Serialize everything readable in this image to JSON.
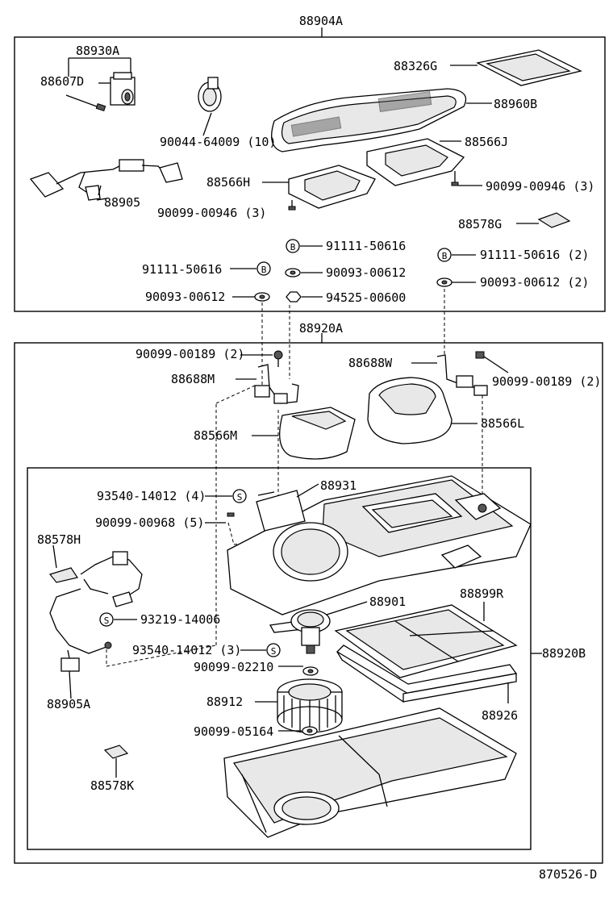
{
  "labels": {
    "a88904A": "88904A",
    "a88930A": "88930A",
    "a88607D": "88607D",
    "a88326G": "88326G",
    "a88960B": "88960B",
    "a90044": "90044-64009 (10)",
    "a88566J": "88566J",
    "a88905": "88905",
    "a88566H": "88566H",
    "a90099_00946_3_right": "90099-00946 (3)",
    "a90099_00946_3_left": "90099-00946 (3)",
    "a88578G": "88578G",
    "a91111_b_top": "91111-50616",
    "a91111_left": "91111-50616",
    "a91111_right": "91111-50616 (2)",
    "a90093_mid": "90093-00612",
    "a90093_left": "90093-00612",
    "a90093_right": "90093-00612 (2)",
    "a94525": "94525-00600",
    "a88920A": "88920A",
    "a90099_00189_left": "90099-00189 (2)",
    "a90099_00189_right": "90099-00189 (2)",
    "a88688W": "88688W",
    "a88688M": "88688M",
    "a88566M": "88566M",
    "a88566L": "88566L",
    "a93540_4": "93540-14012 (4)",
    "a88931": "88931",
    "a90099_00968": "90099-00968 (5)",
    "a88578H": "88578H",
    "a88901": "88901",
    "a88899R": "88899R",
    "a93219": "93219-14006",
    "a93540_3": "93540-14012 (3)",
    "a88920B": "88920B",
    "a90099_02210": "90099-02210",
    "a88905A": "88905A",
    "a88912": "88912",
    "a88926": "88926",
    "a90099_05164": "90099-05164",
    "a88578K": "88578K",
    "a870526D": "870526-D"
  },
  "markers": {
    "bolt": "B",
    "screw": "S"
  }
}
